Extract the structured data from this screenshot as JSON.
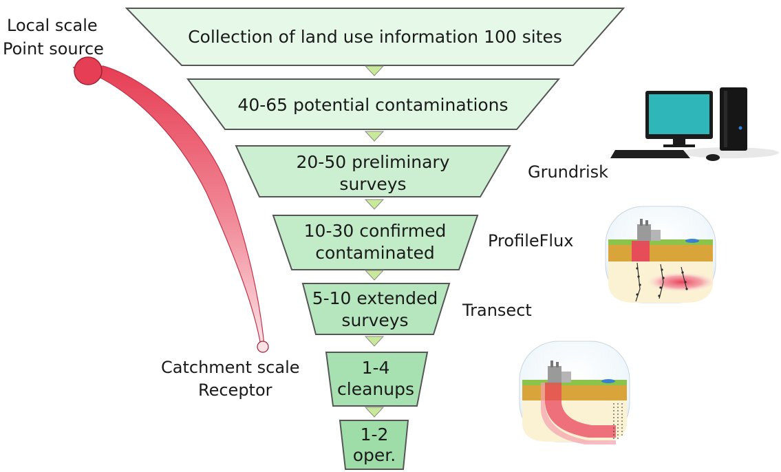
{
  "funnel": {
    "levels": [
      {
        "lines": [
          "Collection of land use information 100 sites"
        ]
      },
      {
        "lines": [
          "40-65 potential contaminations"
        ]
      },
      {
        "lines": [
          "20-50 preliminary",
          "surveys"
        ]
      },
      {
        "lines": [
          "10-30 confirmed",
          "contaminated"
        ]
      },
      {
        "lines": [
          "5-10 extended",
          "surveys"
        ]
      },
      {
        "lines": [
          "1-4",
          "cleanups"
        ]
      },
      {
        "lines": [
          "1-2",
          "oper."
        ]
      }
    ]
  },
  "scale_indicator": {
    "top_line1": "Local scale",
    "top_line2": "Point source",
    "bottom_line1": "Catchment scale",
    "bottom_line2": "Receptor"
  },
  "tools": {
    "grundrisk": "Grundrisk",
    "profileflux": "ProfileFlux",
    "transect": "Transect"
  },
  "icons": {
    "computer": "desktop-computer-icon",
    "profileflux_illustration": "soil-profile-illustration",
    "transect_illustration": "soil-transect-illustration"
  },
  "colors": {
    "level_fills": [
      "#e6f9e9",
      "#dff7e3",
      "#cbefd0",
      "#c2ecc8",
      "#b5e6bd",
      "#a8e1b1",
      "#9edda8"
    ],
    "stroke": "#555555",
    "connector": "#c8e89a",
    "plume_dark": "#e63e54",
    "plume_light": "#fbe1e6",
    "monitor": "#2fb6b9",
    "ground": "#d9a43a",
    "grass": "#8cc34a"
  }
}
